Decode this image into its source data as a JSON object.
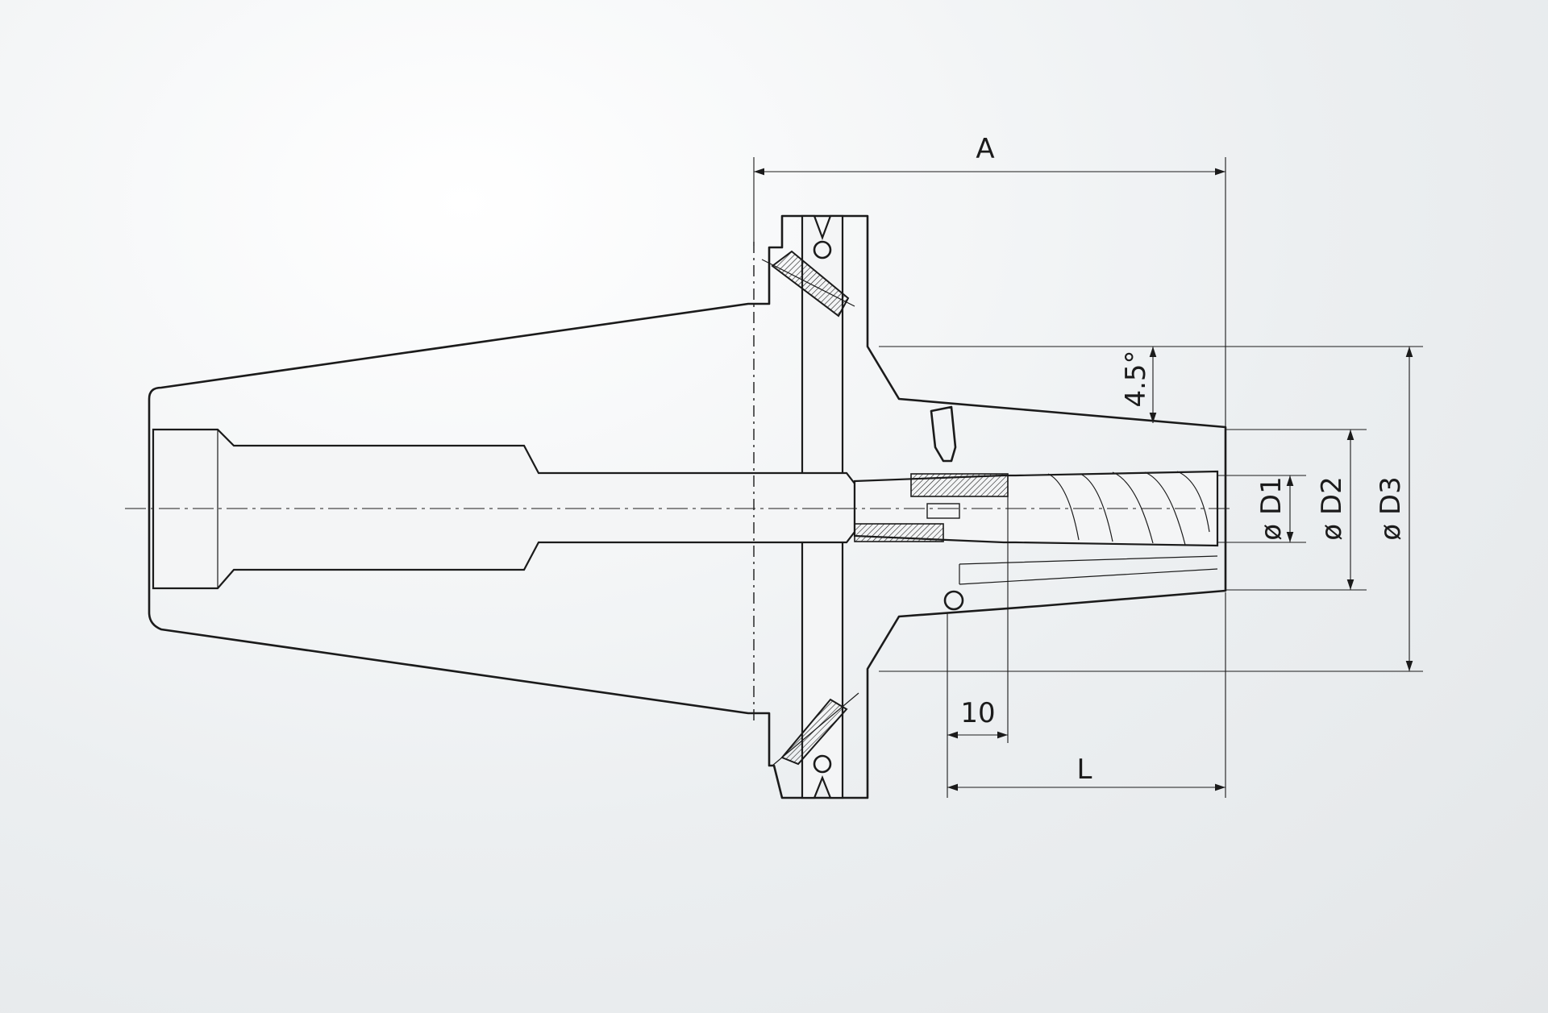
{
  "figure": {
    "labels": {
      "A": "A",
      "L": "L",
      "ten": "10",
      "angle": "4.5°",
      "D1": "ø D1",
      "D2": "ø D2",
      "D3": "ø D3"
    }
  },
  "colors": {
    "line": "#1b1b1b",
    "background": "#eceff1"
  }
}
